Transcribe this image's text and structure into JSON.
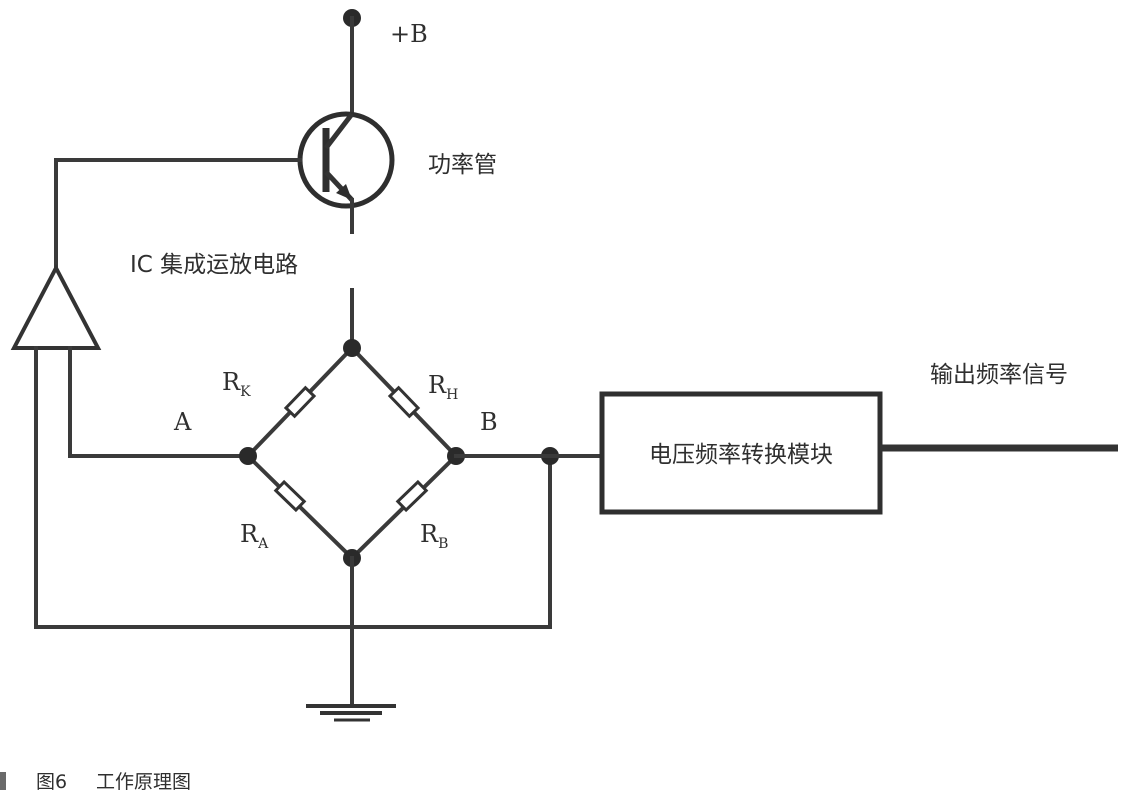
{
  "labels": {
    "supply": "+B",
    "power_transistor": "功率管",
    "ic": "IC 集成运放电路",
    "node_a": "A",
    "node_b": "B",
    "r_k": {
      "main": "R",
      "sub": "K"
    },
    "r_h": {
      "main": "R",
      "sub": "H"
    },
    "r_a": {
      "main": "R",
      "sub": "A"
    },
    "r_b": {
      "main": "R",
      "sub": "B"
    },
    "converter_module": "电压频率转换模块",
    "output_signal": "输出频率信号"
  },
  "caption": {
    "figure_number": "图6",
    "title": "工作原理图"
  },
  "colors": {
    "ink": "#3a3a3a",
    "background": "#ffffff"
  }
}
